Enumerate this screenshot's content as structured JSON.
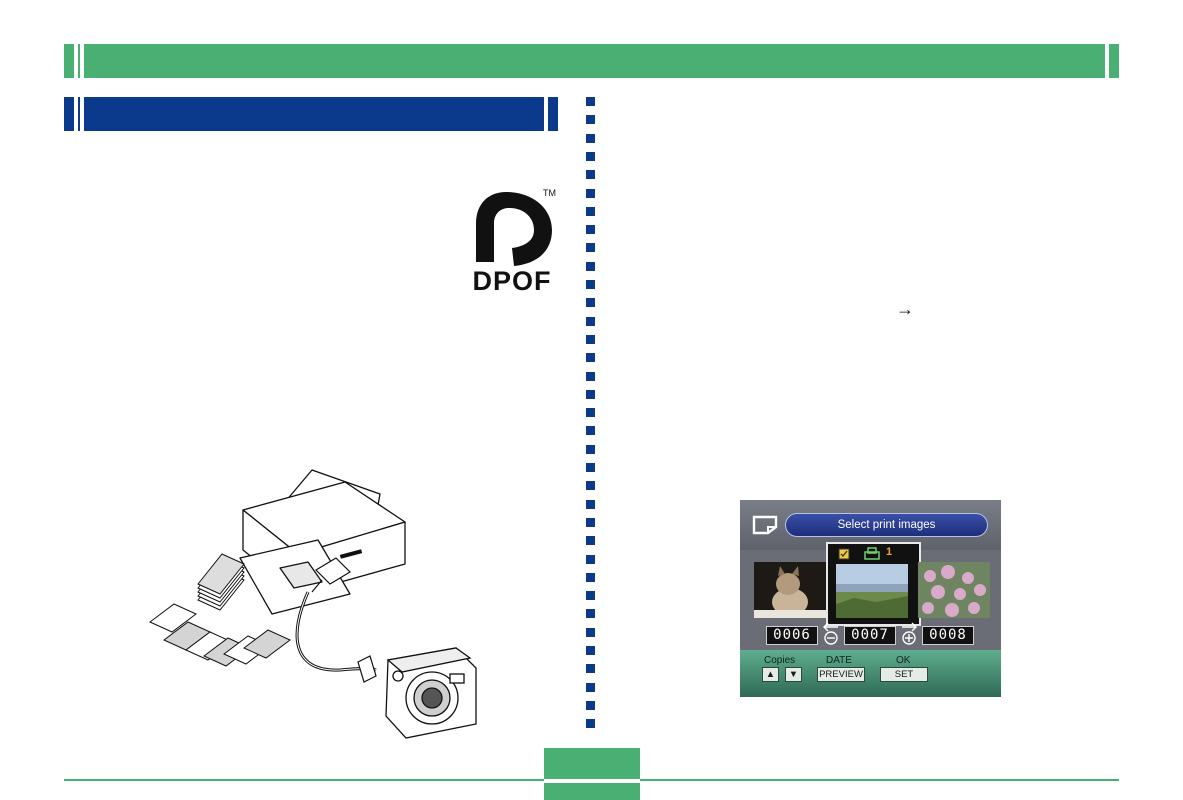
{
  "logo": {
    "text": "DPOF",
    "tm": "TM"
  },
  "arrow": "→",
  "screen": {
    "title": "Select print images",
    "copies_count": "1",
    "counters": [
      "0006",
      "0007",
      "0008"
    ],
    "labels": {
      "copies": "Copies",
      "date": "DATE",
      "ok": "OK"
    },
    "buttons": {
      "up": "▲",
      "down": "▼",
      "preview": "PREVIEW",
      "set": "SET"
    }
  }
}
